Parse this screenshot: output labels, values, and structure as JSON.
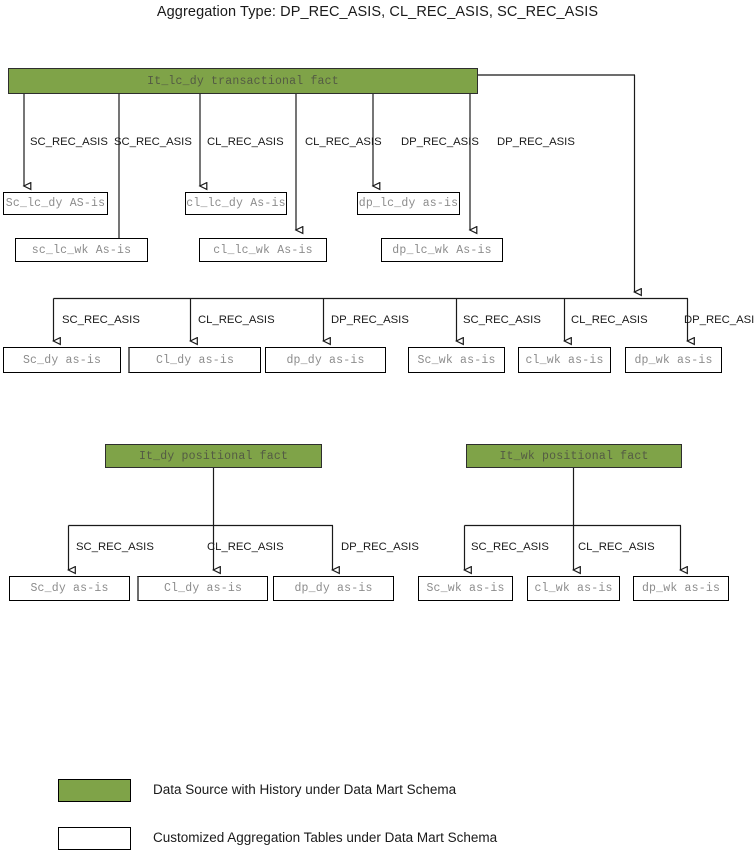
{
  "title": "Aggregation Type: DP_REC_ASIS, CL_REC_ASIS, SC_REC_ASIS",
  "colors": {
    "source_green": "#7fa348",
    "box_border": "#000000",
    "node_text": "#8c8c8c",
    "label_text": "#1a1a1a",
    "background": "#ffffff"
  },
  "sections": {
    "transactional": {
      "root": {
        "label": "It_lc_dy transactional fact",
        "type": "source"
      },
      "row_lc": {
        "nodes": [
          {
            "label": "Sc_lc_dy AS-is",
            "type": "agg"
          },
          {
            "label": "cl_lc_dy As-is",
            "type": "agg"
          },
          {
            "label": "dp_lc_dy as-is",
            "type": "agg"
          }
        ],
        "labels": [
          "SC_REC_ASIS",
          "CL_REC_ASIS",
          "DP_REC_ASIS"
        ]
      },
      "row_lc_wk": {
        "nodes": [
          {
            "label": "sc_lc_wk As-is",
            "type": "agg"
          },
          {
            "label": "cl_lc_wk As-is",
            "type": "agg"
          },
          {
            "label": "dp_lc_wk As-is",
            "type": "agg"
          }
        ],
        "labels": [
          "SC_REC_ASIS",
          "CL_REC_ASIS",
          "DP_REC_ASIS"
        ]
      },
      "row_plain": {
        "nodes": [
          {
            "label": "Sc_dy as-is",
            "type": "agg"
          },
          {
            "label": "Cl_dy as-is",
            "type": "agg"
          },
          {
            "label": "dp_dy as-is",
            "type": "agg"
          },
          {
            "label": "Sc_wk as-is",
            "type": "agg"
          },
          {
            "label": "cl_wk as-is",
            "type": "agg"
          },
          {
            "label": "dp_wk as-is",
            "type": "agg"
          }
        ],
        "labels": [
          "SC_REC_ASIS",
          "CL_REC_ASIS",
          "DP_REC_ASIS",
          "SC_REC_ASIS",
          "CL_REC_ASIS",
          "DP_REC_ASIS"
        ]
      }
    },
    "positional_dy": {
      "root": {
        "label": "It_dy positional fact",
        "type": "source"
      },
      "nodes": [
        {
          "label": "Sc_dy as-is",
          "type": "agg"
        },
        {
          "label": "Cl_dy as-is",
          "type": "agg"
        },
        {
          "label": "dp_dy as-is",
          "type": "agg"
        }
      ],
      "labels": [
        "SC_REC_ASIS",
        "CL_REC_ASIS",
        "DP_REC_ASIS"
      ]
    },
    "positional_wk": {
      "root": {
        "label": "It_wk positional fact",
        "type": "source"
      },
      "nodes": [
        {
          "label": "Sc_wk as-is",
          "type": "agg"
        },
        {
          "label": "cl_wk as-is",
          "type": "agg"
        },
        {
          "label": "dp_wk as-is",
          "type": "agg"
        }
      ],
      "labels": [
        "SC_REC_ASIS",
        "CL_REC_ASIS"
      ]
    }
  },
  "legend": {
    "items": [
      {
        "swatch": "green",
        "text": "Data Source with History under Data Mart Schema"
      },
      {
        "swatch": "white",
        "text": "Customized Aggregation Tables under Data Mart Schema"
      }
    ]
  }
}
